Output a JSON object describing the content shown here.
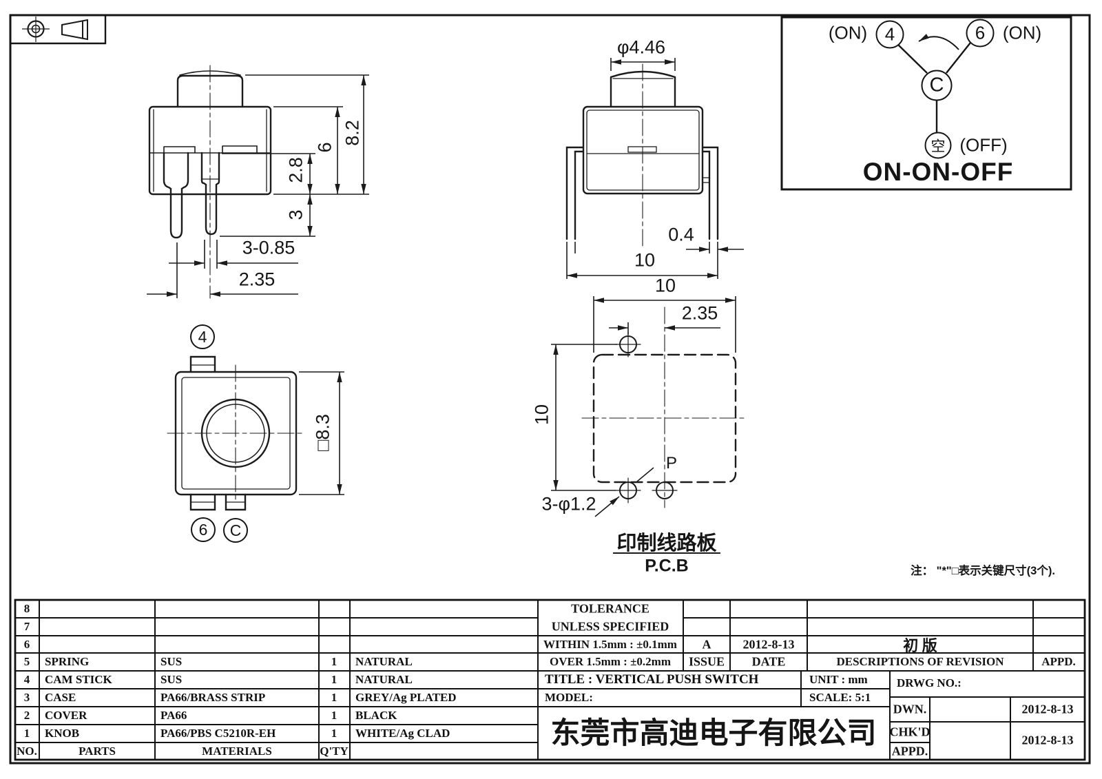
{
  "drawing": {
    "front_view": {
      "dim_total_height": "8.2",
      "dim_body_height": "6",
      "dim_terminal_drop": "2.8",
      "dim_pin_length": "3",
      "dim_pin_width": "3-0.85",
      "dim_pin_pitch": "2.35"
    },
    "side_view": {
      "dim_button_dia": "φ4.46",
      "dim_leg_thickness": "0.4",
      "dim_width": "10"
    },
    "top_view": {
      "terminal_top": "4",
      "terminal_bottom_left": "6",
      "terminal_bottom_right": "C",
      "dim_body_square": "□8.3"
    },
    "pcb_view": {
      "dim_width": "10",
      "dim_hole_offset": "2.35",
      "dim_height": "10",
      "dim_holes": "3-φ1.2",
      "label_p": "P",
      "caption_cn": "印制线路板",
      "caption_en": "P.C.B"
    },
    "circuit_diagram": {
      "left_state": "(ON)",
      "left_terminal": "4",
      "right_terminal": "6",
      "right_state": "(ON)",
      "common_terminal": "C",
      "off_terminal": "空",
      "off_state": "(OFF)",
      "caption": "ON-ON-OFF"
    },
    "note": "注： \"*\"□表示关键尺寸(3个)."
  },
  "parts_table": {
    "headers": {
      "no": "NO.",
      "parts": "PARTS",
      "materials": "MATERIALS",
      "qty": "Q'TY",
      "finish": ""
    },
    "rows": [
      {
        "no": "8",
        "parts": "",
        "materials": "",
        "qty": "",
        "finish": ""
      },
      {
        "no": "7",
        "parts": "",
        "materials": "",
        "qty": "",
        "finish": ""
      },
      {
        "no": "6",
        "parts": "",
        "materials": "",
        "qty": "",
        "finish": ""
      },
      {
        "no": "5",
        "parts": "SPRING",
        "materials": "SUS",
        "qty": "1",
        "finish": "NATURAL"
      },
      {
        "no": "4",
        "parts": "CAM STICK",
        "materials": "SUS",
        "qty": "1",
        "finish": "NATURAL"
      },
      {
        "no": "3",
        "parts": "CASE",
        "materials": "PA66/BRASS STRIP",
        "qty": "1",
        "finish": "GREY/Ag PLATED"
      },
      {
        "no": "2",
        "parts": "COVER",
        "materials": "PA66",
        "qty": "1",
        "finish": "BLACK"
      },
      {
        "no": "1",
        "parts": "KNOB",
        "materials": "PA66/PBS C5210R-EH",
        "qty": "1",
        "finish": "WHITE/Ag CLAD"
      }
    ]
  },
  "title_block": {
    "tolerance_title": "TOLERANCE",
    "tolerance_subtitle": "UNLESS  SPECIFIED",
    "tolerance_within": "WITHIN 1.5mm : ±0.1mm",
    "tolerance_over": "OVER 1.5mm : ±0.2mm",
    "issue_value": "A",
    "issue_label": "ISSUE",
    "date_value": "2012-8-13",
    "date_label": "DATE",
    "revision_desc": "初  版",
    "revision_label": "DESCRIPTIONS OF REVISION",
    "revision_appd_label": "APPD.",
    "title": "TITLE :   VERTICAL PUSH SWITCH",
    "unit": "UNIT :   mm",
    "drwg_no": "DRWG NO.:",
    "model": "MODEL:",
    "scale": "SCALE:   5:1",
    "company": "东莞市高迪电子有限公司",
    "dwn_label": "DWN.",
    "dwn_date": "2012-8-13",
    "chkd_label": "CHK'D",
    "chkd_date": "2012-8-13",
    "appd_label": "APPD."
  }
}
